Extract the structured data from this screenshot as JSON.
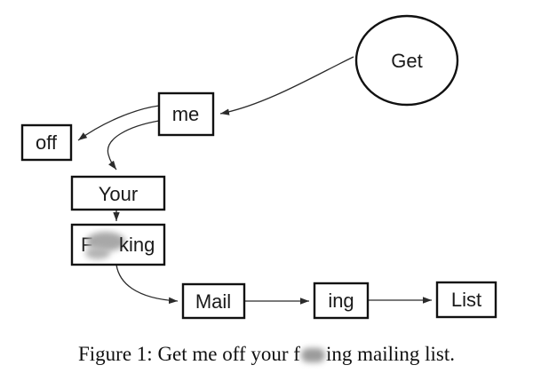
{
  "page": {
    "background": "#ffffff",
    "ink_color": "#111111",
    "censor_color": "#a8a8a8"
  },
  "caption": {
    "prefix": "Figure 1: Get me off your f",
    "suffix": "ing mailing list.",
    "censored_segment": "blurred-smudge"
  },
  "diagram": {
    "type": "flowchart",
    "nodes": {
      "get": {
        "label": "Get",
        "shape": "ellipse"
      },
      "me": {
        "label": "me",
        "shape": "rect"
      },
      "off": {
        "label": "off",
        "shape": "rect"
      },
      "your": {
        "label": "Your",
        "shape": "rect"
      },
      "fucking": {
        "label_prefix": "F",
        "label_suffix": "king",
        "censored": true,
        "shape": "rect"
      },
      "mail": {
        "label": "Mail",
        "shape": "rect"
      },
      "ing": {
        "label": "ing",
        "shape": "rect"
      },
      "list": {
        "label": "List",
        "shape": "rect"
      }
    },
    "edges": [
      {
        "from": "get",
        "to": "me"
      },
      {
        "from": "me",
        "to": "off"
      },
      {
        "from": "me",
        "to": "your"
      },
      {
        "from": "your",
        "to": "fucking"
      },
      {
        "from": "fucking",
        "to": "mail"
      },
      {
        "from": "mail",
        "to": "ing"
      },
      {
        "from": "ing",
        "to": "list"
      }
    ]
  }
}
